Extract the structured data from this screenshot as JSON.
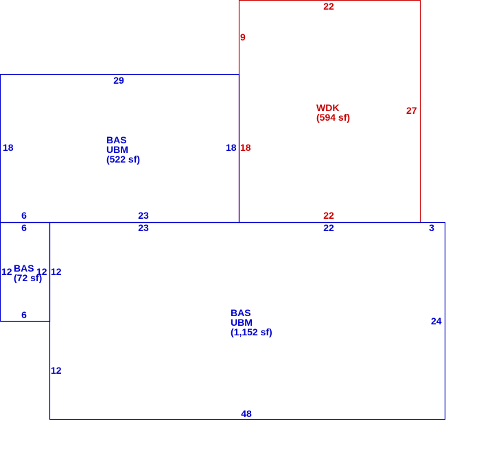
{
  "colors": {
    "blue": "#0000cc",
    "red": "#cc0000"
  },
  "areas": {
    "bas_upper": {
      "code": "BAS",
      "code2": "UBM",
      "area": "(522 sf)"
    },
    "wdk": {
      "code": "WDK",
      "area": "(594 sf)"
    },
    "bas_small": {
      "code": "BAS",
      "area": "(72 sf)"
    },
    "bas_main": {
      "code": "BAS",
      "code2": "UBM",
      "area": "(1,152 sf)"
    }
  },
  "dims": {
    "upper_top": "29",
    "upper_left": "18",
    "upper_right": "18",
    "upper_bottom_left": "6",
    "upper_bottom_right": "23",
    "wdk_top": "22",
    "wdk_left_top": "9",
    "wdk_left": "18",
    "wdk_right": "27",
    "wdk_bottom": "22",
    "small_top": "6",
    "small_left": "12",
    "small_right": "12",
    "small_bottom": "6",
    "main_top_left": "23",
    "main_top_mid": "22",
    "main_top_right": "3",
    "main_left_top": "12",
    "main_left_bottom": "12",
    "main_right": "24",
    "main_bottom": "48"
  }
}
